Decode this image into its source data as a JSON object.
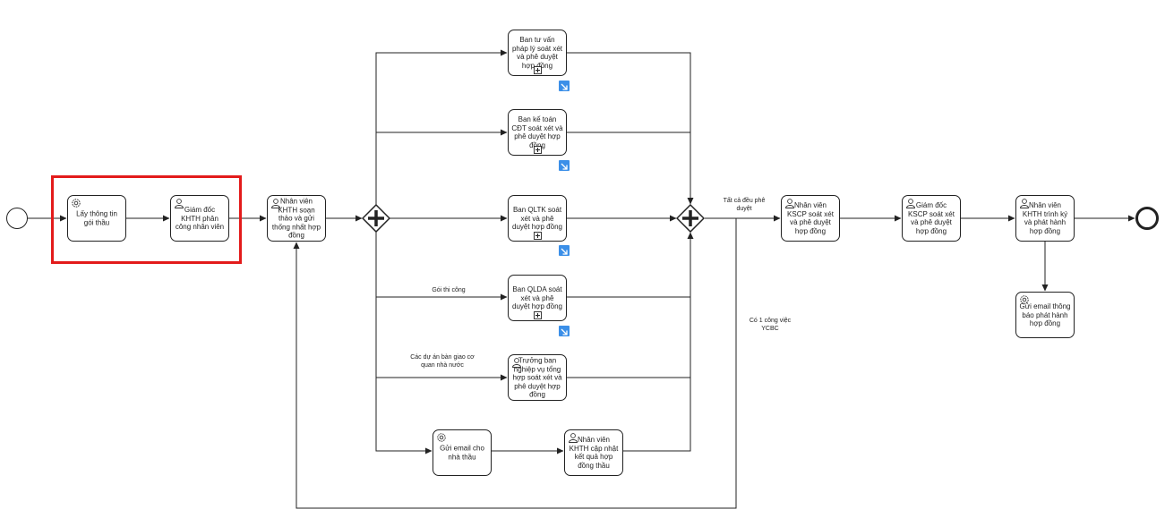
{
  "tasks": {
    "t_lay": "Lấy thông tin gói thầu",
    "t_gd": "Giám đốc KHTH phân công nhân viên",
    "t_nv": "Nhân viên KHTH soạn thảo và gửi thống nhất hợp đồng",
    "t_bt": "Ban tư vấn pháp lý soát xét và phê duyệt hợp đồng",
    "t_bk": "Ban kế toán CĐT soát xét và phê duyệt hợp đồng",
    "t_qltk": "Ban QLTK soát xét và phê duyệt hợp đồng",
    "t_qlda": "Ban QLDA soát xét và phê duyệt hợp đồng",
    "t_tb": "Trưởng ban nghiệp vụ tổng hợp soát xét và phê duyệt hợp đồng",
    "t_email": "Gửi email cho nhà thầu",
    "t_nvcn": "Nhân viên KHTH cập nhật kết quả hợp đồng thầu",
    "t_kscp": "Nhân viên KSCP soát xét và phê duyệt hợp đồng",
    "t_gdkscp": "Giám đốc KSCP soát xét và phê duyệt hợp đồng",
    "t_trinh": "Nhân viên KHTH trình ký và phát hành hợp đồng",
    "t_guiemail": "Gửi email thông báo phát hành hợp đồng"
  },
  "flow_labels": {
    "goi_thi_cong": "Gói thi công",
    "du_an": "Các dự án bàn giao cơ quan nhà nước",
    "tat_ca": "Tất cả đều phê duyệt",
    "co_1": "Có 1 công việc YCBC"
  },
  "icons": {
    "service": "gear-icon",
    "user": "user-icon",
    "subprocess": "subprocess-marker-icon",
    "expand": "expand-arrow-icon",
    "gateway": "parallel-gateway-icon"
  },
  "colors": {
    "line": "#222222",
    "highlight": "#e31b1b",
    "expand": "#3b8fe8"
  }
}
